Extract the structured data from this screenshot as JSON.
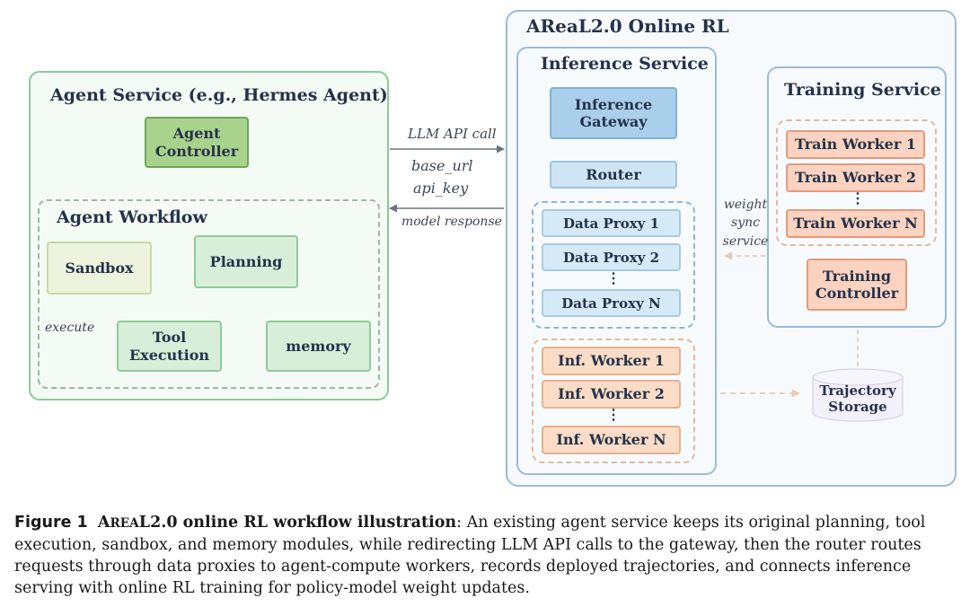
{
  "areal": {
    "title": "AReaL2.0 Online RL"
  },
  "agent_service": {
    "title": "Agent Service (e.g., Hermes Agent)",
    "controller": "Agent Controller",
    "workflow_title": "Agent Workflow",
    "sandbox": "Sandbox",
    "planning": "Planning",
    "tool_execution": "Tool Execution",
    "memory": "memory",
    "execute_label": "execute"
  },
  "connection": {
    "llm_api_call": "LLM API call",
    "base_url": "base_url",
    "api_key": "api_key",
    "model_response": "model response"
  },
  "inference_service": {
    "title": "Inference Service",
    "gateway": "Inference Gateway",
    "router": "Router",
    "data_proxies": [
      "Data Proxy 1",
      "Data Proxy 2",
      "Data Proxy N"
    ],
    "inf_workers": [
      "Inf. Worker 1",
      "Inf. Worker 2",
      "Inf. Worker N"
    ]
  },
  "training_service": {
    "title": "Training Service",
    "train_workers": [
      "Train Worker 1",
      "Train Worker 2",
      "Train Worker N"
    ],
    "controller": "Training Controller",
    "weight_sync_label": "weight sync service",
    "trajectory_storage": "Trajectory Storage"
  },
  "caption": {
    "figure_label": "Figure 1",
    "title_prefix": "A",
    "title_smallcaps": "REA",
    "title_rest": "L2.0 online RL workflow illustration",
    "text": ": An existing agent service keeps its original planning, tool execution, sandbox, and memory modules, while redirecting LLM API calls to the gateway, then the router routes requests through data proxies to agent-compute workers, records deployed trajectories, and connects inference serving with online RL training for policy-model weight updates."
  },
  "colors": {
    "agent_green": "#8fc99a",
    "areal_blue": "#9bbbd8",
    "node_blue": "#cfe5f4",
    "node_orange": "#fbd9c2",
    "orange_border": "#e39a7d",
    "arrow_orange": "#d9894a"
  }
}
